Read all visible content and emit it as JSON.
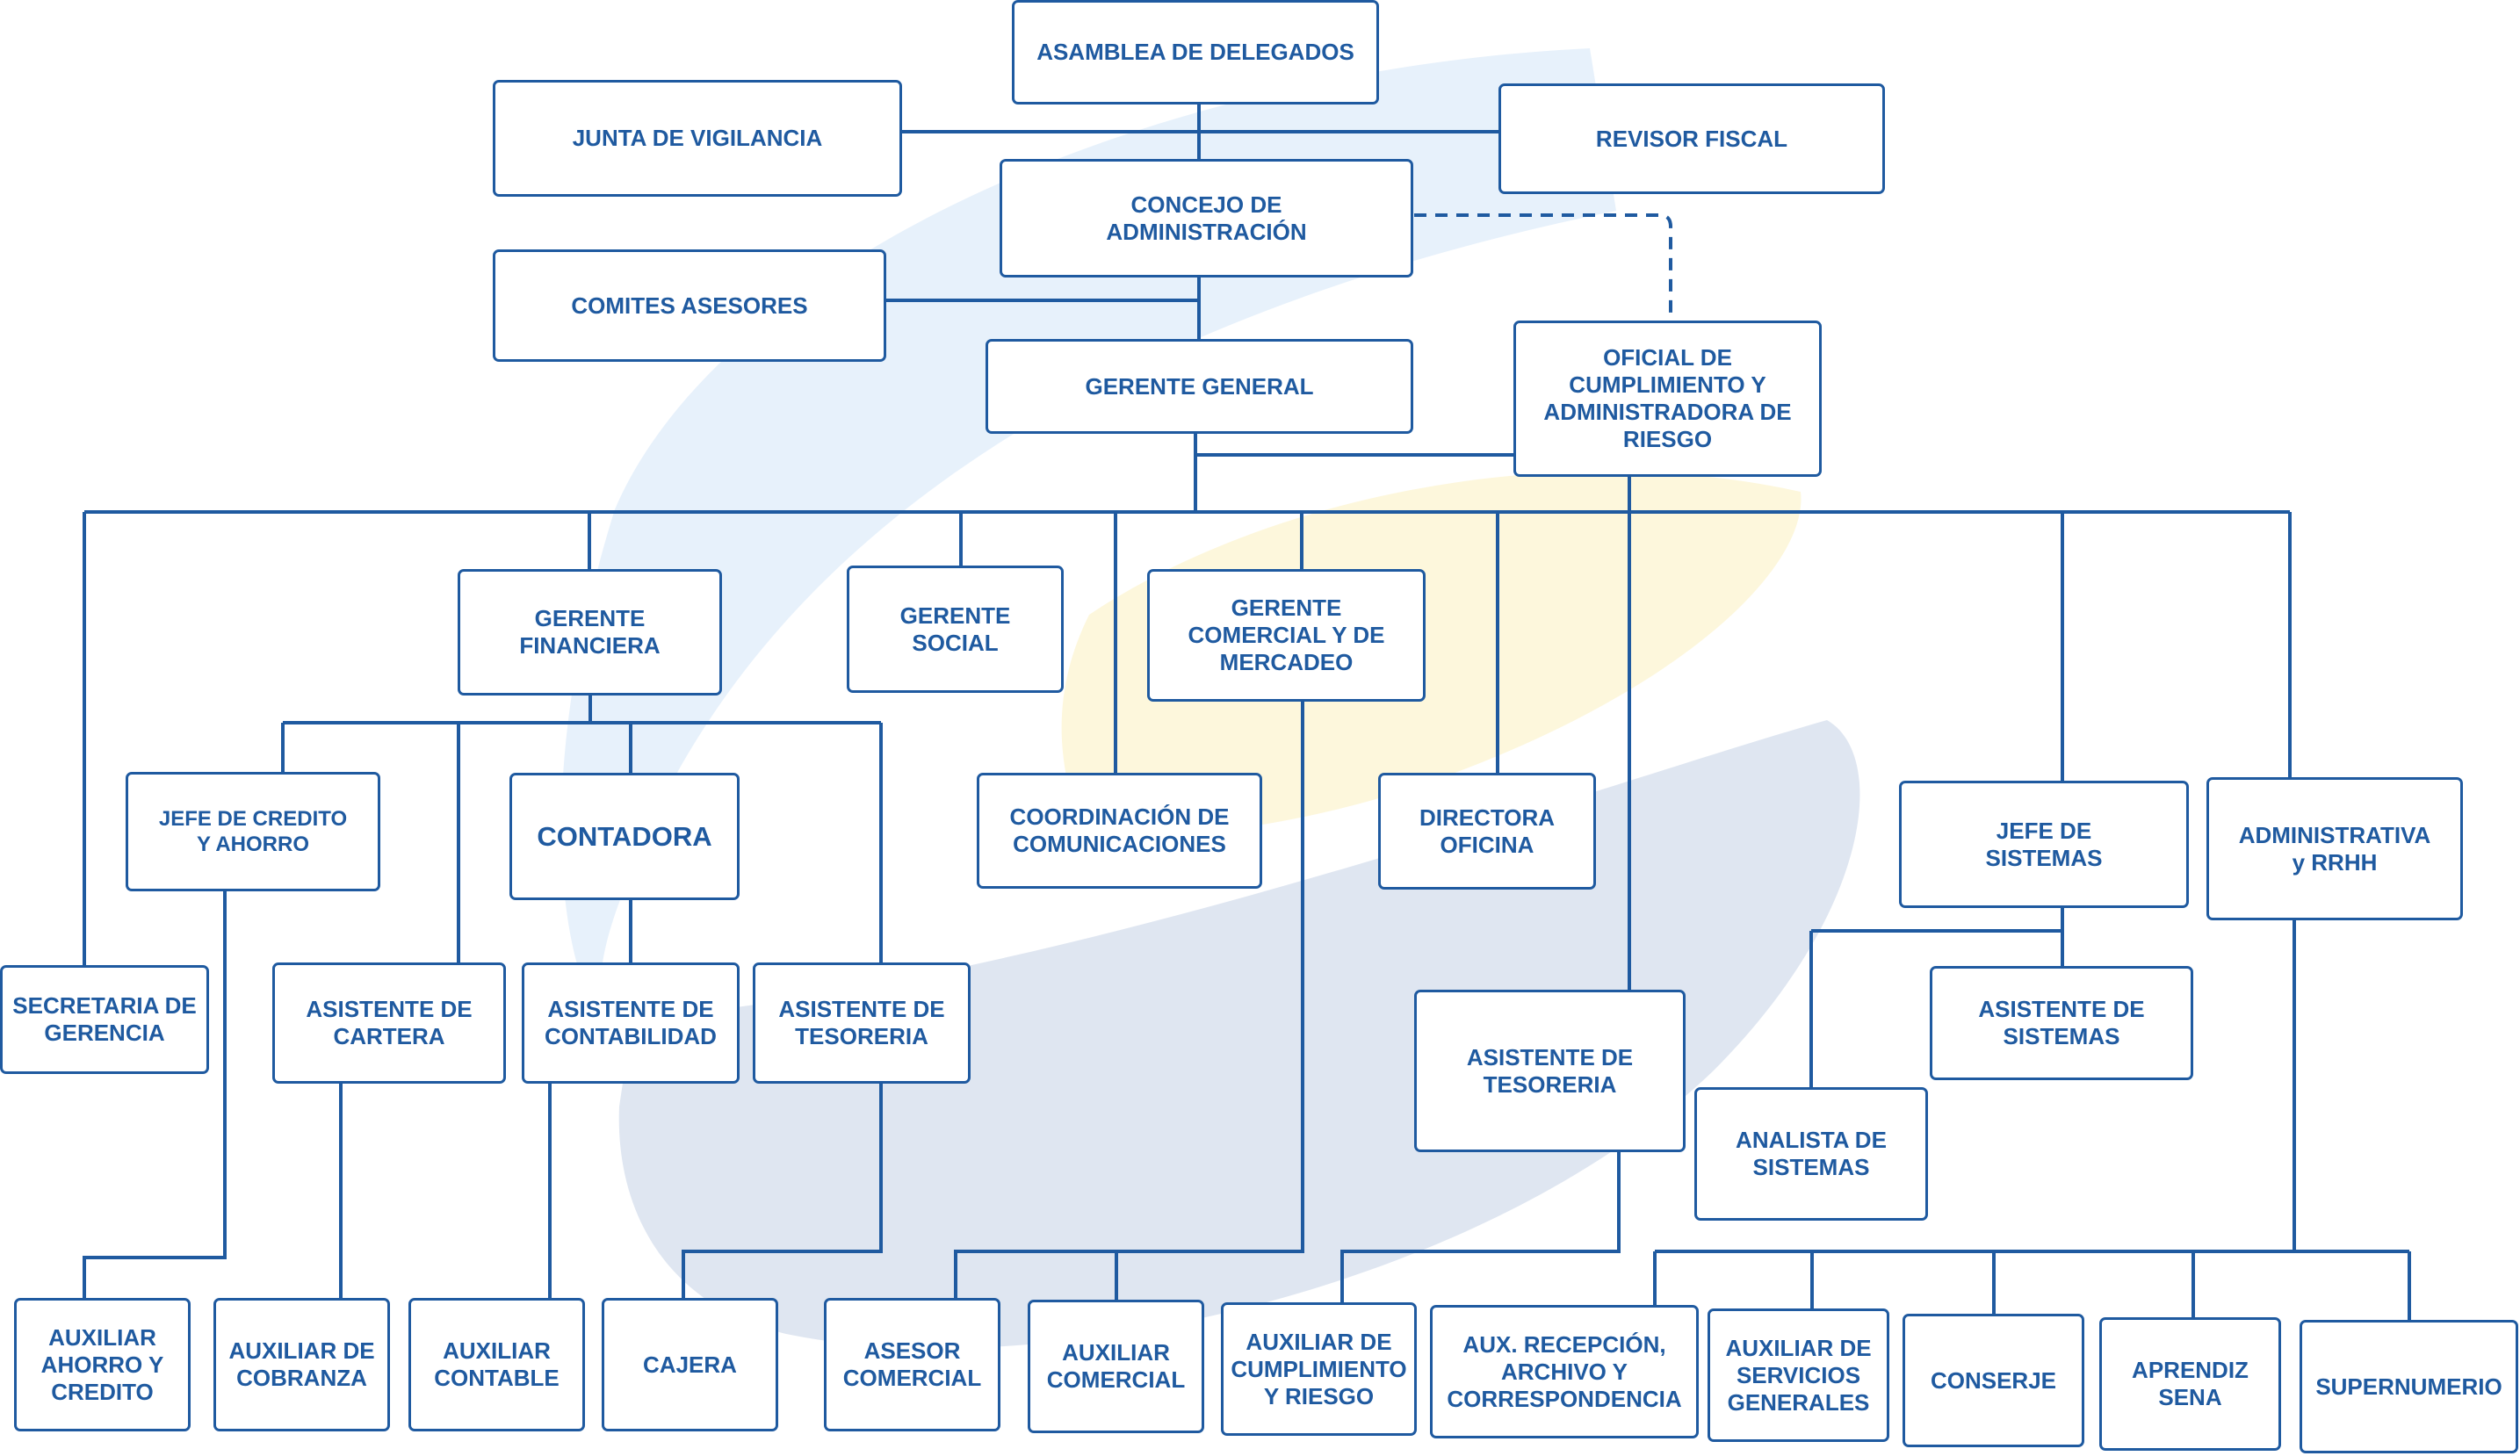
{
  "colors": {
    "line": "#1f5aa0",
    "text": "#1f5aa0",
    "bg_blue": "#e7f1fb",
    "bg_yellow": "#fdf7dc",
    "bg_steel": "#dfe6f1"
  },
  "nodes": {
    "asamblea": "ASAMBLEA DE DELEGADOS",
    "junta": "JUNTA DE VIGILANCIA",
    "revisor": "REVISOR FISCAL",
    "concejo": "CONCEJO DE\nADMINISTRACIÓN",
    "comites": "COMITES ASESORES",
    "gerente_general": "GERENTE GENERAL",
    "oficial": "OFICIAL DE\nCUMPLIMIENTO Y\nADMINISTRADORA DE\nRIESGO",
    "gerente_financiera": "GERENTE\nFINANCIERA",
    "gerente_social": "GERENTE\nSOCIAL",
    "gerente_comercial": "GERENTE\nCOMERCIAL Y DE\nMERCADEO",
    "jefe_credito": "JEFE DE CREDITO\nY AHORRO",
    "contadora": "CONTADORA",
    "coordinacion": "COORDINACIÓN DE\nCOMUNICACIONES",
    "directora": "DIRECTORA\nOFICINA",
    "jefe_sistemas": "JEFE DE\nSISTEMAS",
    "administrativa": "ADMINISTRATIVA\ny RRHH",
    "secretaria": "SECRETARIA DE\nGERENCIA",
    "asistente_cartera": "ASISTENTE DE\nCARTERA",
    "asistente_contabilidad": "ASISTENTE DE\nCONTABILIDAD",
    "asistente_tesoreria_1": "ASISTENTE DE\nTESORERIA",
    "asistente_tesoreria_2": "ASISTENTE DE\nTESORERIA",
    "asistente_sistemas": "ASISTENTE DE\nSISTEMAS",
    "analista_sistemas": "ANALISTA DE\nSISTEMAS",
    "auxiliar_ahorro": "AUXILIAR\nAHORRO Y\nCREDITO",
    "auxiliar_cobranza": "AUXILIAR DE\nCOBRANZA",
    "auxiliar_contable": "AUXILIAR\nCONTABLE",
    "cajera": "CAJERA",
    "asesor_comercial": "ASESOR\nCOMERCIAL",
    "auxiliar_comercial": "AUXILIAR\nCOMERCIAL",
    "auxiliar_cumplimiento": "AUXILIAR DE\nCUMPLIMIENTO\nY RIESGO",
    "aux_recepcion": "AUX. RECEPCIÓN,\nARCHIVO Y\nCORRESPONDENCIA",
    "auxiliar_servicios": "AUXILIAR DE\nSERVICIOS\nGENERALES",
    "conserje": "CONSERJE",
    "aprendiz": "APRENDIZ\nSENA",
    "supernumerio": "SUPERNUMERIO"
  }
}
